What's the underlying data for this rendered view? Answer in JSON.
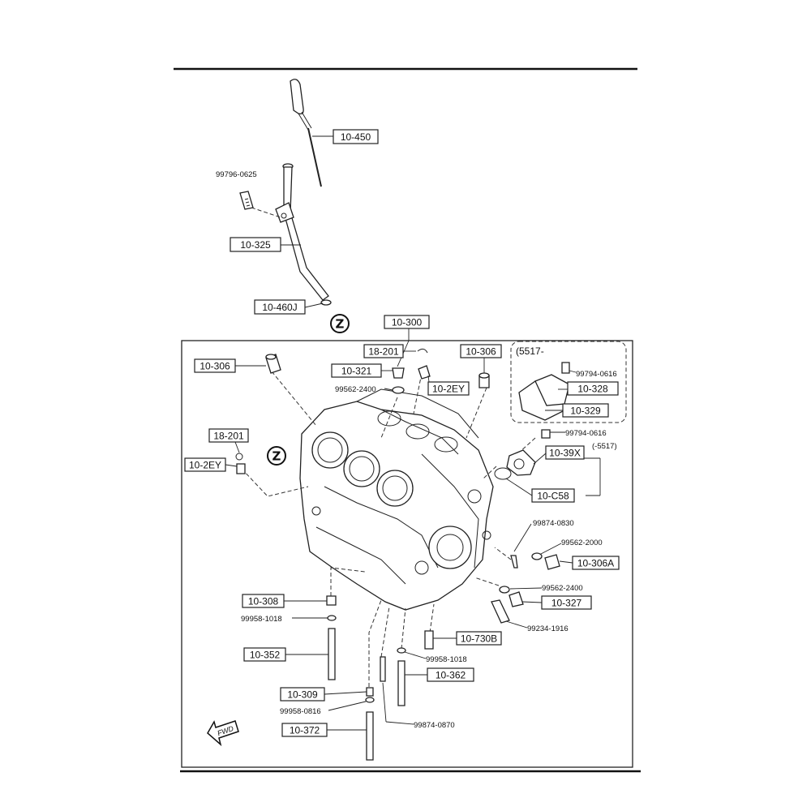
{
  "labels": {
    "l10450": "10-450",
    "l99796": "99796-0625",
    "l10325": "10-325",
    "l10460J": "10-460J",
    "l10300": "10-300",
    "l18201a": "18-201",
    "l10306a": "10-306",
    "l10321": "10-321",
    "l99562a": "99562-2400",
    "l102EYa": "10-2EY",
    "l10306b": "10-306",
    "l5517a": "(5517-",
    "l99794a": "99794-0616",
    "l10328": "10-328",
    "l10329": "10-329",
    "l18201b": "18-201",
    "l102EYb": "10-2EY",
    "l99794b": "99794-0616",
    "l1039X": "10-39X",
    "l5517b": "(-5517)",
    "l10C58": "10-C58",
    "l99874a": "99874-0830",
    "l99562b": "99562-2000",
    "l10306A": "10-306A",
    "l99562c": "99562-2400",
    "l10327": "10-327",
    "l99234": "99234-1916",
    "l10308": "10-308",
    "l99958a": "99958-1018",
    "l10730B": "10-730B",
    "l10352": "10-352",
    "l99958b": "99958-1018",
    "l10362": "10-362",
    "l10309": "10-309",
    "l99958c": "99958-0816",
    "l99874b": "99874-0870",
    "l10372": "10-372"
  },
  "markers": {
    "z1": "Z",
    "z2": "Z"
  },
  "fwd": "FWD"
}
